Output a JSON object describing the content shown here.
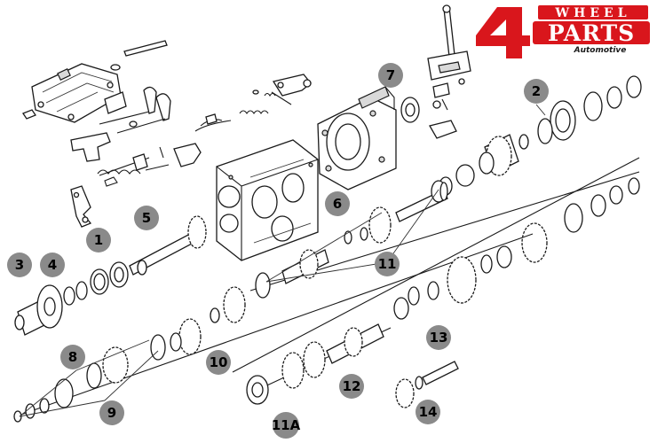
{
  "logo": {
    "numeral": "4",
    "word1": "WHEEL",
    "word2": "PARTS",
    "tagline": "Automotive",
    "color": "#d9161c"
  },
  "callout_color": "#8a8a8a",
  "callouts": [
    "1",
    "2",
    "3",
    "4",
    "5",
    "6",
    "7",
    "8",
    "9",
    "10",
    "11",
    "11A",
    "12",
    "13",
    "14"
  ]
}
